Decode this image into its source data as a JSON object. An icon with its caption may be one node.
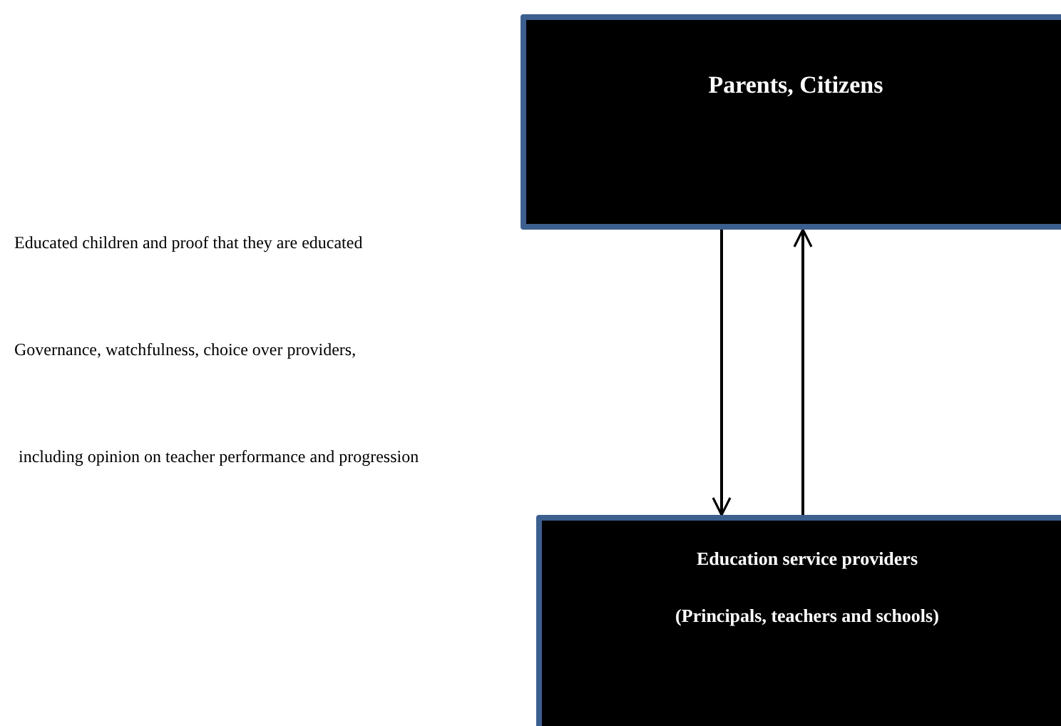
{
  "diagram": {
    "nodes": [
      {
        "text": [
          "Parents, Citizens"
        ]
      },
      {
        "text": [
          "Education service providers",
          "(Principals, teachers and schools)"
        ]
      }
    ],
    "edges": [
      {
        "from": 0,
        "to": 1,
        "arrow": "to"
      },
      {
        "from": 1,
        "to": 0,
        "arrow": "to"
      }
    ],
    "labels": [
      "Educated children and proof that they are educated",
      "Governance, watchfulness, choice over providers,",
      " including opinion on teacher performance and progression"
    ]
  }
}
